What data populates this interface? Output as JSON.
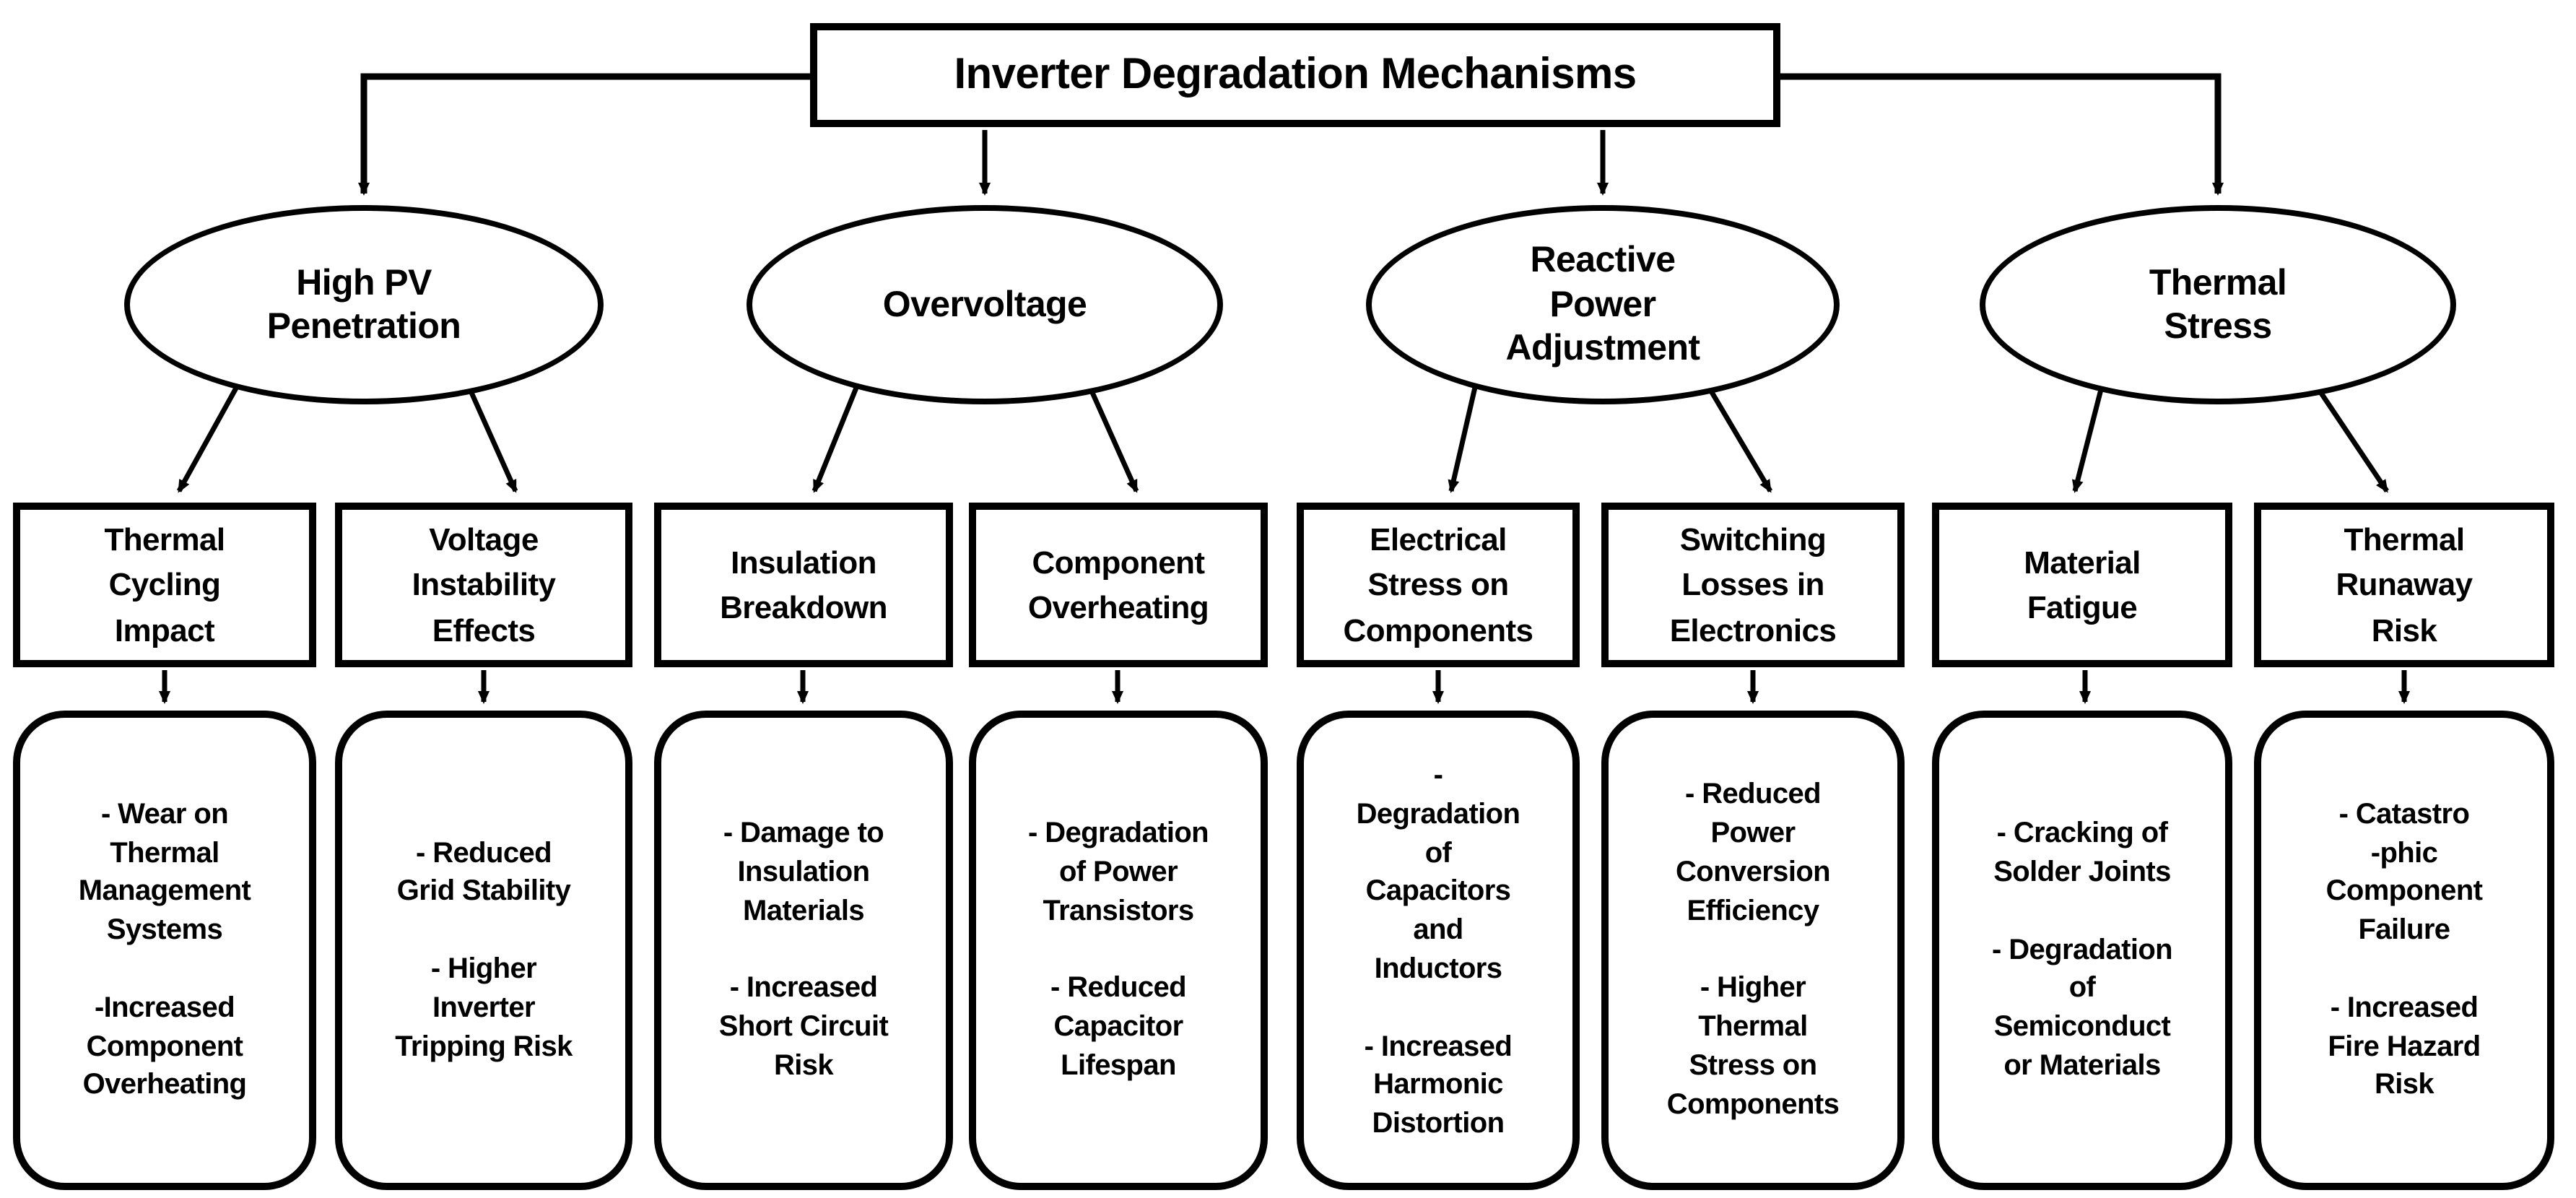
{
  "title": "Inverter Degradation Mechanisms",
  "colors": {
    "line": "#000000",
    "background": "#ffffff",
    "text": "#000000"
  },
  "branches": [
    {
      "label": "High PV\nPenetration",
      "children": [
        {
          "heading": "Thermal\nCycling\nImpact",
          "details": "- Wear on\nThermal\nManagement\nSystems\n\n-Increased\nComponent\nOverheating"
        },
        {
          "heading": "Voltage\nInstability\nEffects",
          "details": "- Reduced\nGrid Stability\n\n- Higher\nInverter\nTripping Risk"
        }
      ]
    },
    {
      "label": "Overvoltage",
      "children": [
        {
          "heading": "Insulation\nBreakdown",
          "details": "- Damage to\nInsulation\nMaterials\n\n- Increased\nShort Circuit\nRisk"
        },
        {
          "heading": "Component\nOverheating",
          "details": "- Degradation\nof Power\nTransistors\n\n- Reduced\nCapacitor\nLifespan"
        }
      ]
    },
    {
      "label": "Reactive\nPower\nAdjustment",
      "children": [
        {
          "heading": "Electrical\nStress on\nComponents",
          "details": "-\nDegradation\nof\nCapacitors\nand\nInductors\n\n- Increased\nHarmonic\nDistortion"
        },
        {
          "heading": "Switching\nLosses in\nElectronics",
          "details": "- Reduced\nPower\nConversion\nEfficiency\n\n- Higher\nThermal\nStress on\nComponents"
        }
      ]
    },
    {
      "label": "Thermal\nStress",
      "children": [
        {
          "heading": "Material\nFatigue",
          "details": "- Cracking of\nSolder Joints\n\n- Degradation\nof\nSemiconduct\nor Materials"
        },
        {
          "heading": "Thermal\nRunaway\nRisk",
          "details": "- Catastro\n-phic\nComponent\nFailure\n\n- Increased\nFire Hazard\nRisk"
        }
      ]
    }
  ]
}
